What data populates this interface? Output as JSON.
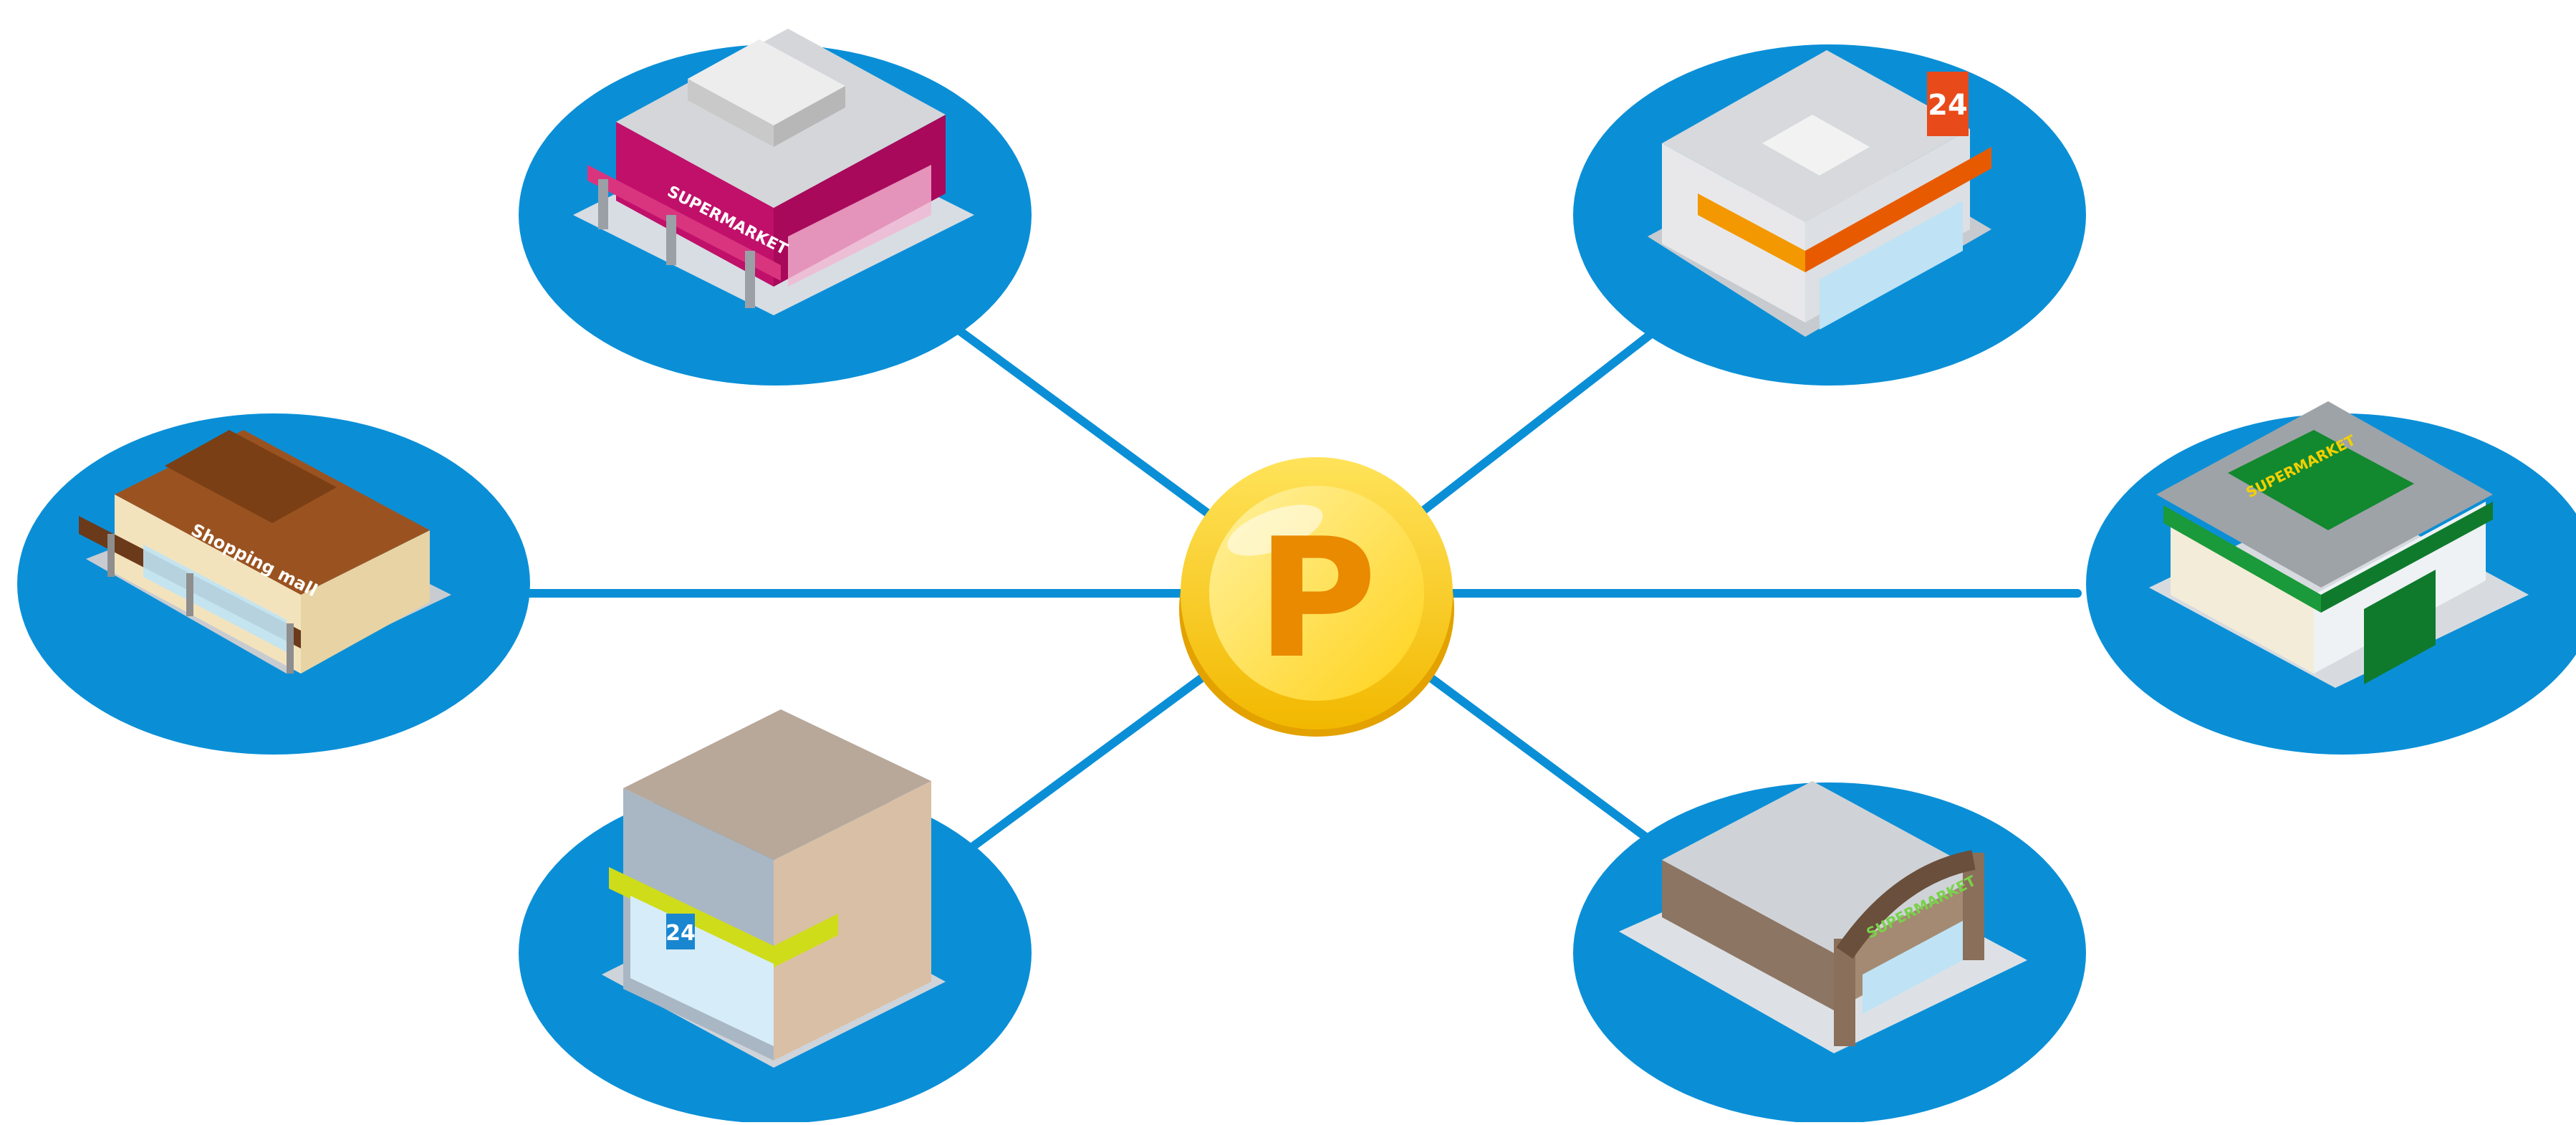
{
  "coin": {
    "label": "P"
  },
  "stores": [
    {
      "id": "supermarket-magenta",
      "sign": "SUPERMARKET"
    },
    {
      "id": "convenience-store-orange",
      "sign": "24"
    },
    {
      "id": "shopping-mall",
      "sign": "Shopping mall"
    },
    {
      "id": "supermarket-green",
      "sign": "SUPERMARKET"
    },
    {
      "id": "convenience-store-yellow",
      "sign": "24"
    },
    {
      "id": "supermarket-arch",
      "sign": "SUPERMARKET"
    }
  ],
  "colors": {
    "node_blue": "#0a8fd7",
    "connector": "#0a8fd7",
    "coin_gold": "#f5c400",
    "coin_letter": "#e98a00"
  }
}
